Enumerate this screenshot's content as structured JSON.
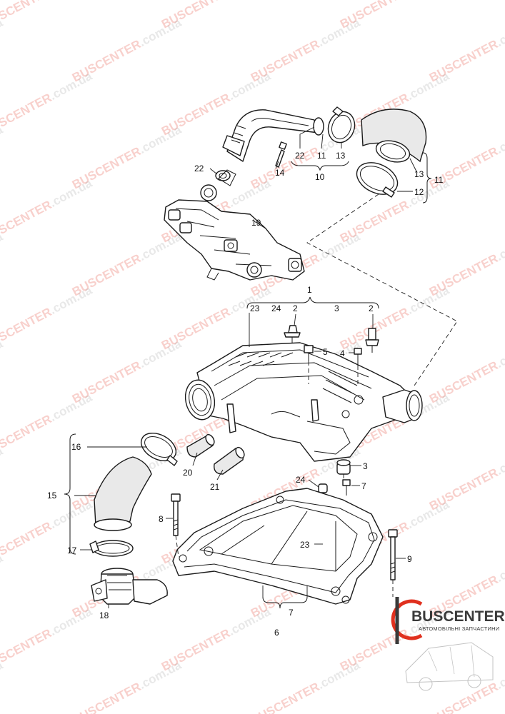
{
  "diagram": {
    "callouts": [
      {
        "id": "c22a",
        "text": "22"
      },
      {
        "id": "c11a",
        "text": "11"
      },
      {
        "id": "c13a",
        "text": "13"
      },
      {
        "id": "c10",
        "text": "10"
      },
      {
        "id": "c14",
        "text": "14"
      },
      {
        "id": "c22b",
        "text": "22"
      },
      {
        "id": "c13b",
        "text": "13"
      },
      {
        "id": "c11b",
        "text": "11"
      },
      {
        "id": "c12",
        "text": "12"
      },
      {
        "id": "c19",
        "text": "19"
      },
      {
        "id": "c1",
        "text": "1"
      },
      {
        "id": "c23a",
        "text": "23"
      },
      {
        "id": "c24a",
        "text": "24"
      },
      {
        "id": "c2a",
        "text": "2"
      },
      {
        "id": "c3a",
        "text": "3"
      },
      {
        "id": "c2b",
        "text": "2"
      },
      {
        "id": "c5",
        "text": "5"
      },
      {
        "id": "c4",
        "text": "4"
      },
      {
        "id": "c16",
        "text": "16"
      },
      {
        "id": "c15",
        "text": "15"
      },
      {
        "id": "c20",
        "text": "20"
      },
      {
        "id": "c21",
        "text": "21"
      },
      {
        "id": "c3b",
        "text": "3"
      },
      {
        "id": "c24b",
        "text": "24"
      },
      {
        "id": "c7a",
        "text": "7"
      },
      {
        "id": "c8",
        "text": "8"
      },
      {
        "id": "c23b",
        "text": "23"
      },
      {
        "id": "c9",
        "text": "9"
      },
      {
        "id": "c17",
        "text": "17"
      },
      {
        "id": "c18",
        "text": "18"
      },
      {
        "id": "c7b",
        "text": "7"
      },
      {
        "id": "c6",
        "text": "6"
      }
    ]
  },
  "watermark": {
    "text": "BUSCENTER.com.ua",
    "brand_part": "BUSCENTER",
    "domain_part": ".com.ua",
    "color_brand": "#e0301e",
    "color_domain": "#9a9a9a"
  },
  "logo": {
    "name": "BUSCENTER",
    "tagline": "АВТОМОБІЛЬНІ ЗАПЧАСТИНИ",
    "color_dark": "#3a3a3a",
    "color_accent": "#e0301e"
  }
}
